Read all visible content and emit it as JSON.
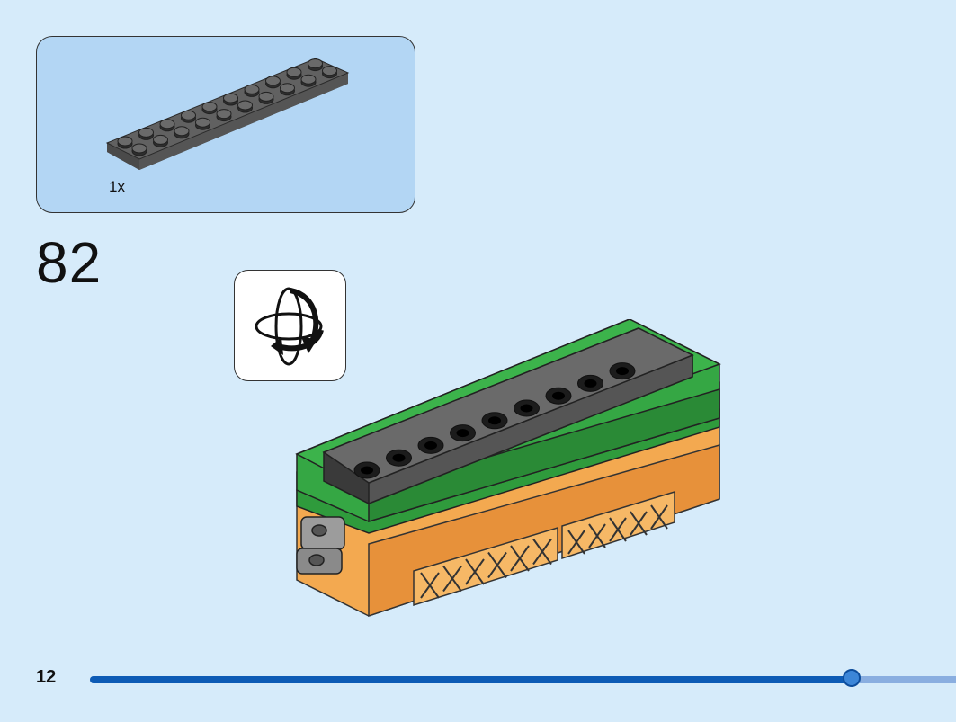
{
  "parts_callout": {
    "quantity": "1x",
    "part_icon": "dark-gray-plate-2x10-icon"
  },
  "step": {
    "number": "82"
  },
  "rotate_hint": {
    "icon": "rotate-model-icon"
  },
  "model_icon": "assembly-model-icon",
  "footer": {
    "page_number": "12",
    "progress": 0.88
  },
  "colors": {
    "background": "#d6ebfa",
    "callout": "#b3d6f4",
    "progress_fill": "#0d5bb5",
    "progress_track": "#8aaee0"
  }
}
